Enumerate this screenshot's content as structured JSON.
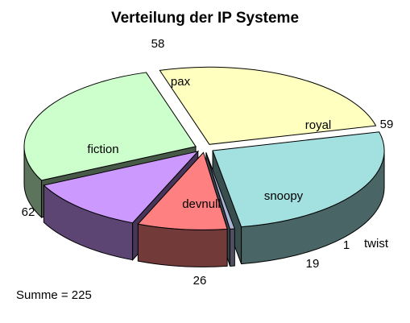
{
  "chart_data": {
    "type": "pie",
    "style": "3d-exploded",
    "title": "Verteilung der IP Systeme",
    "slices": [
      {
        "label": "royal",
        "value": 59,
        "value_label": "59",
        "color": "#a3e0e0"
      },
      {
        "label": "twist",
        "value": 1,
        "value_label": "1",
        "color": "#aab4d6"
      },
      {
        "label": "snoopy",
        "value": 19,
        "value_label": "19",
        "color": "#ff8080"
      },
      {
        "label": "devnull",
        "value": 26,
        "value_label": "26",
        "color": "#cc99ff"
      },
      {
        "label": "fiction",
        "value": 62,
        "value_label": "62",
        "color": "#ccffcc"
      },
      {
        "label": "pax",
        "value": 58,
        "value_label": "58",
        "color": "#ffffc0"
      }
    ],
    "total_label": "Summe = 225"
  }
}
